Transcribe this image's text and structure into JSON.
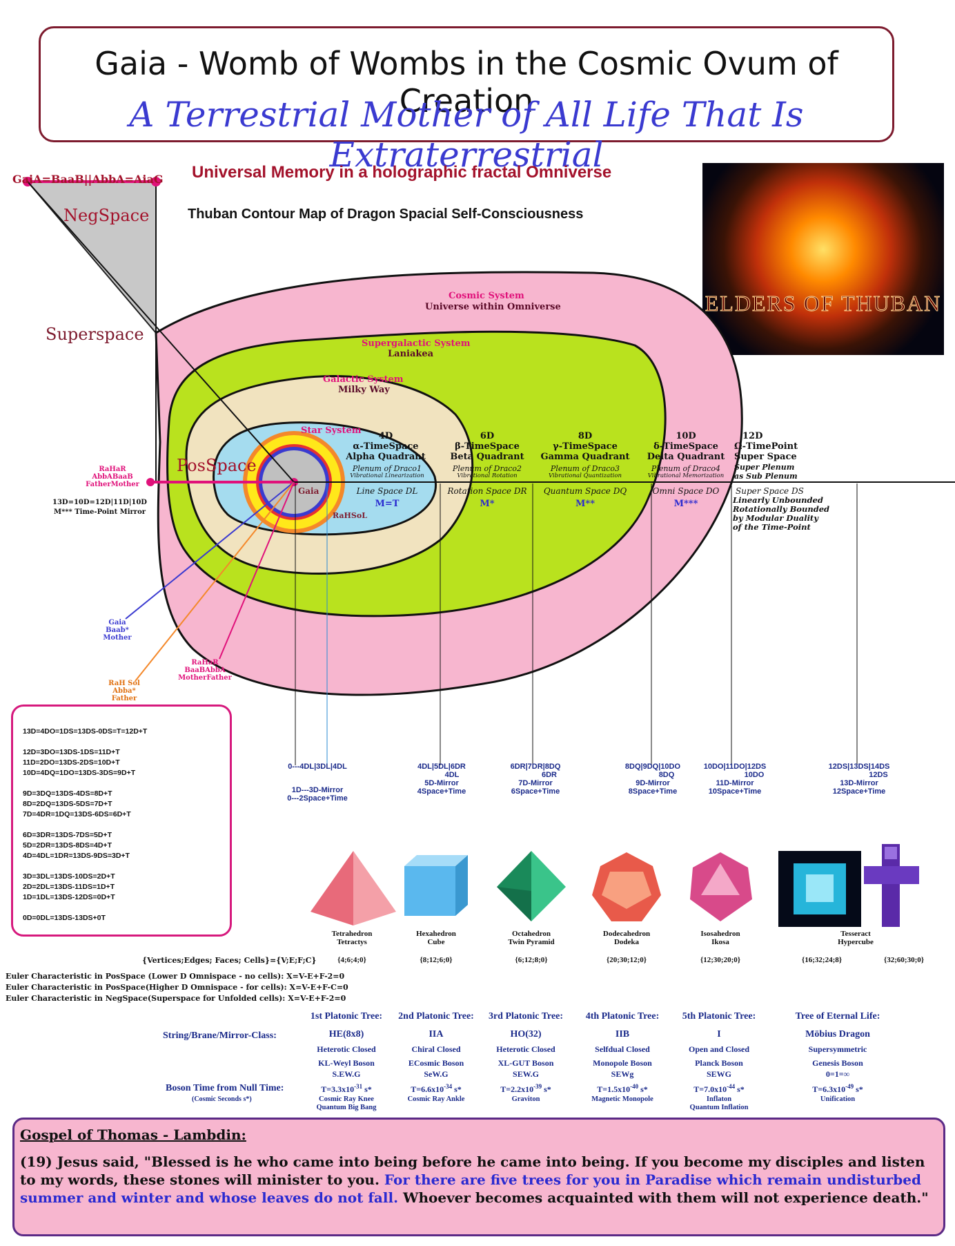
{
  "title": {
    "line1": "Gaia - Womb of Wombs in the Cosmic Ovum of Creation",
    "line2": "A Terrestrial Mother of All Life That Is Extraterrestrial"
  },
  "headers": {
    "universal_memory": "Universal Memory in a holographic fractal Omniverse",
    "contour_map": "Thuban Contour Map of Dragon Spacial Self-Consciousness"
  },
  "logo_text": "ELDERS OF THUBAN",
  "left_triangle": {
    "top_label": "GaiA=BaaB||AbbA=AiaG",
    "negspace": "NegSpace",
    "superspace": "Superspace",
    "posspace": "PosSpace"
  },
  "contours": {
    "cosmic_title": "Cosmic System",
    "cosmic_sub": "Universe within Omniverse",
    "supergalactic_title": "Supergalactic System",
    "supergalactic_sub": "Laniakea",
    "galactic_title": "Galactic System",
    "galactic_sub": "Milky Way",
    "star_title": "Star System",
    "gaia": "Gaia",
    "rahsol": "RaHSoL"
  },
  "quadrants": [
    {
      "dim": "4D",
      "time": "α-TimeSpace",
      "name": "Alpha Quadrant",
      "plenum": "Plenum of Draco1",
      "vib": "Vibrational Linearization",
      "space": "Line Space DL",
      "m": "M=T"
    },
    {
      "dim": "6D",
      "time": "β-TimeSpace",
      "name": "Beta Quadrant",
      "plenum": "Plenum of Draco2",
      "vib": "Vibrational Rotation",
      "space": "Rotation Space DR",
      "m": "M*"
    },
    {
      "dim": "8D",
      "time": "γ-TimeSpace",
      "name": "Gamma Quadrant",
      "plenum": "Plenum of Draco3",
      "vib": "Vibrational Quantization",
      "space": "Quantum Space DQ",
      "m": "M**"
    },
    {
      "dim": "10D",
      "time": "δ-TimeSpace",
      "name": "Delta Quadrant",
      "plenum": "Plenum of Draco4",
      "vib": "Vibrational Memorization",
      "space": "Omni Space DO",
      "m": "M***"
    },
    {
      "dim": "12D",
      "time": "Ω-TimePoint",
      "name": "Super Space",
      "plenum": "Super Plenum",
      "vib": "as Sub Plenum",
      "space": "Super Space DS",
      "m": ""
    }
  ],
  "super_desc": [
    "Linearly Unbounded",
    "Rotationally Bounded",
    "by Modular Duality",
    "of the Time-Point"
  ],
  "left_labels": {
    "rahar1": "RaHaR",
    "rahar2": "AbbABaaB",
    "rahar3": "FatherMother",
    "mirror1": "13D=10D=12D|11D|10D",
    "mirror2": "M*** Time-Point Mirror",
    "gaia_baab1": "Gaia Baab*",
    "gaia_baab2": "Mother",
    "rah_sol1": "RaH Sol Abba*",
    "rah_sol2": "Father",
    "rahar_b1": "RaHaR",
    "rahar_b2": "BaaBAbbA",
    "rahar_b3": "MotherFather"
  },
  "equations": [
    "13D=4DO=1DS=13DS-0DS=T=12D+T",
    "12D=3DO=13DS-1DS=11D+T",
    "11D=2DO=13DS-2DS=10D+T",
    "10D=4DQ=1DO=13DS-3DS=9D+T",
    "9D=3DQ=13DS-4DS=8D+T",
    "8D=2DQ=13DS-5DS=7D+T",
    "7D=4DR=1DQ=13DS-6DS=6D+T",
    "6D=3DR=13DS-7DS=5D+T",
    "5D=2DR=13DS-8DS=4D+T",
    "4D=4DL=1DR=13DS-9DS=3D+T",
    "3D=3DL=13DS-10DS=2D+T",
    "2D=2DL=13DS-11DS=1D+T",
    "1D=1DL=13DS-12DS=0D+T",
    "0D=0DL=13DS-13DS+0T"
  ],
  "mirrors": [
    {
      "top": "0---4DL|3DL|4DL",
      "l1": "1D---3D-Mirror",
      "l2": "0---2Space+Time"
    },
    {
      "top": "4DL|5DL|6DR",
      "sub": "4DL",
      "l1": "5D-Mirror",
      "l2": "4Space+Time"
    },
    {
      "top": "6DR|7DR|8DQ",
      "sub": "6DR",
      "l1": "7D-Mirror",
      "l2": "6Space+Time"
    },
    {
      "top": "8DQ|9DQ|10DO",
      "sub": "8DQ",
      "l1": "9D-Mirror",
      "l2": "8Space+Time"
    },
    {
      "top": "10DO|11DO|12DS",
      "sub": "10DO",
      "l1": "11D-Mirror",
      "l2": "10Space+Time"
    },
    {
      "top": "12DS|13DS|14DS",
      "sub": "12DS",
      "l1": "13D-Mirror",
      "l2": "12Space+Time"
    }
  ],
  "solids": [
    {
      "name": "Tetrahedron",
      "alt": "Tetractys",
      "vefc": "{4;6;4;0}"
    },
    {
      "name": "Hexahedron",
      "alt": "Cube",
      "vefc": "{8;12;6;0}"
    },
    {
      "name": "Octahedron",
      "alt": "Twin Pyramid",
      "vefc": "{6;12;8;0}"
    },
    {
      "name": "Dodecahedron",
      "alt": "Dodeka",
      "vefc": "{20;30;12;0}"
    },
    {
      "name": "Isosahedron",
      "alt": "Ikosa",
      "vefc": "{12;30;20;0}"
    },
    {
      "name": "Tesseract",
      "alt": "Hypercube",
      "vefc": "{16;32;24;8}",
      "vefc2": "{32;60;30;0}"
    }
  ],
  "vefc_label": "{Vertices;Edges; Faces; Cells}={V;E;F;C}",
  "euler": [
    {
      "label": "Euler Characteristic in PosSpace (Lower D Omnispace - no cells):",
      "eq": "X=V-E+F-2=0"
    },
    {
      "label": "Euler Characteristic in PosSpace(Higher D Omnispace - for cells):",
      "eq": "X=V-E+F-C=0"
    },
    {
      "label": "Euler Characteristic in NegSpace(Superspace for Unfolded cells):",
      "eq": "X=V-E+F-2=0"
    }
  ],
  "trees": {
    "row_label": "String/Brane/Mirror-Class:",
    "boson_label": "Boson Time from Null Time:",
    "boson_sub": "(Cosmic Seconds s*)",
    "items": [
      {
        "head": "1st Platonic Tree:",
        "cls": "HE(8x8)",
        "closed": "Heterotic Closed",
        "boson": "KL-Weyl Boson",
        "sew": "S.EW.G",
        "t": "T=3.3x10",
        "exp": "-31",
        "unit": " s*",
        "d1": "Cosmic Ray Knee",
        "d2": "Quantum Big Bang"
      },
      {
        "head": "2nd Platonic Tree:",
        "cls": "IIA",
        "closed": "Chiral Closed",
        "boson": "ECosmic Boson",
        "sew": "SeW.G",
        "t": "T=6.6x10",
        "exp": "-34",
        "unit": " s*",
        "d1": "Cosmic Ray Ankle",
        "d2": ""
      },
      {
        "head": "3rd Platonic Tree:",
        "cls": "HO(32)",
        "closed": "Heterotic Closed",
        "boson": "XL-GUT Boson",
        "sew": "SEW.G",
        "t": "T=2.2x10",
        "exp": "-39",
        "unit": " s*",
        "d1": "Graviton",
        "d2": ""
      },
      {
        "head": "4th Platonic Tree:",
        "cls": "IIB",
        "closed": "Selfdual Closed",
        "boson": "Monopole Boson",
        "sew": "SEWg",
        "t": "T=1.5x10",
        "exp": "-40",
        "unit": " s*",
        "d1": "Magnetic Monopole",
        "d2": ""
      },
      {
        "head": "5th Platonic Tree:",
        "cls": "I",
        "closed": "Open and Closed",
        "boson": "Planck Boson",
        "sew": "SEWG",
        "t": "T=7.0x10",
        "exp": "-44",
        "unit": " s*",
        "d1": "Inflaton",
        "d2": "Quantum Inflation"
      },
      {
        "head": "Tree of Eternal Life:",
        "cls": "Möbius Dragon",
        "closed": "Supersymmetric",
        "boson": "Genesis Boson",
        "sew": "0=1=∞",
        "t": "T=6.3x10",
        "exp": "-49",
        "unit": " s*",
        "d1": "Unification",
        "d2": ""
      }
    ]
  },
  "gospel": {
    "title": "Gospel of Thomas - Lambdin:",
    "p1": "(19) Jesus said, \"Blessed is he who came into being before he came into being. If you become my disciples and listen to my words, these stones will minister to you. ",
    "p2": "For there are five trees for you in Paradise which remain undisturbed summer and winter and whose leaves do not fall.",
    "p3": " Whoever becomes acquainted with them will not experience death.\""
  },
  "colors": {
    "title_border": "#7d1b2e",
    "cosmic": "#f7b6cf",
    "supergalactic": "#b9e21e",
    "galactic": "#f1e3bf",
    "star": "#a5dcef",
    "negspace": "#c8c8c8",
    "magenta": "#e0117a",
    "blue_text": "#2a2ad0"
  }
}
